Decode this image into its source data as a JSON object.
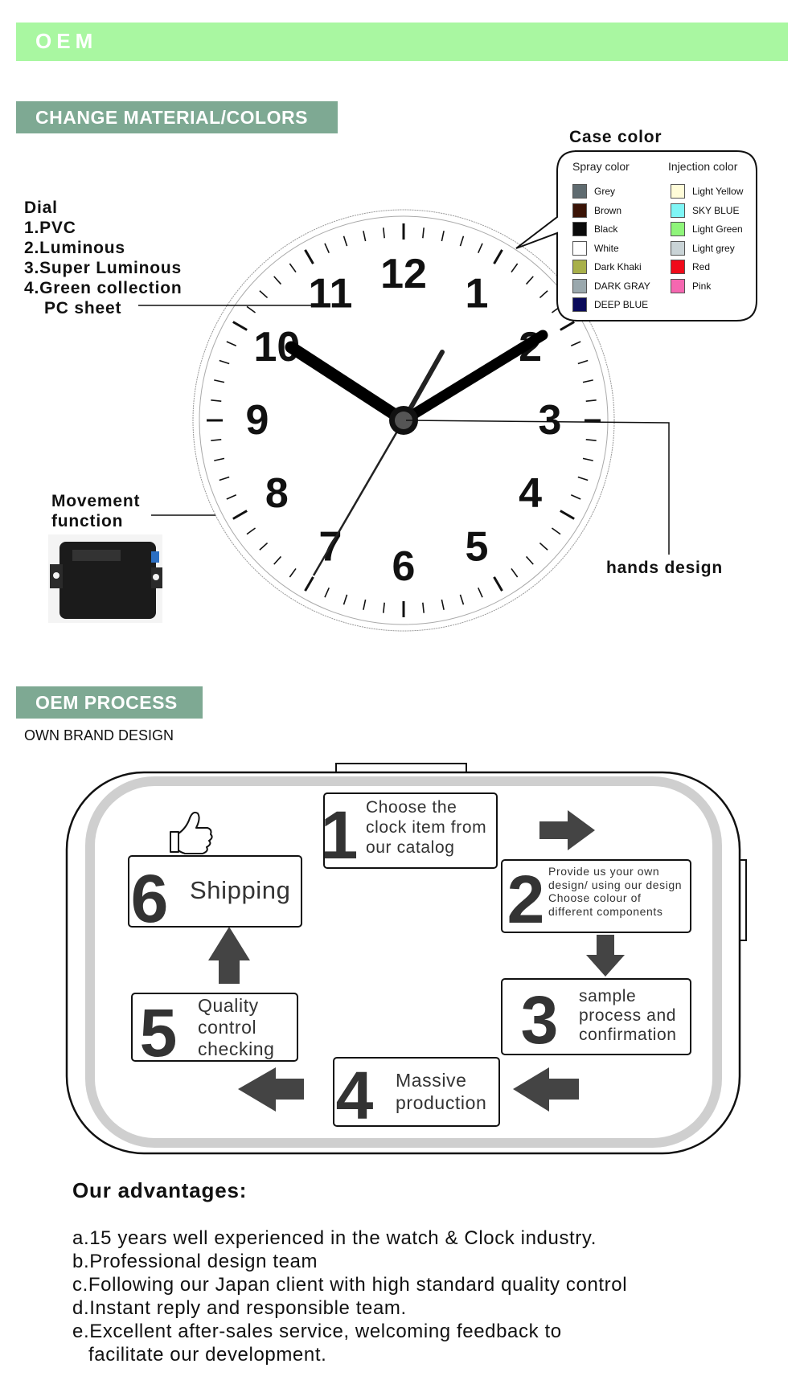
{
  "banner": {
    "title": "OEM"
  },
  "sections": {
    "material_title": "CHANGE MATERIAL/COLORS",
    "process_title": "OEM PROCESS",
    "process_subtitle": "OWN BRAND DESIGN"
  },
  "dial": {
    "heading": "Dial",
    "items": [
      "1.PVC",
      "2.Luminous",
      "3.Super Luminous",
      "4.Green collection",
      "PC sheet"
    ]
  },
  "movement": {
    "line1": "Movement",
    "line2": "function"
  },
  "hands": {
    "label": "hands design"
  },
  "case_color": {
    "title": "Case color",
    "spray_heading": "Spray color",
    "injection_heading": "Injection color",
    "spray": [
      {
        "name": "Grey",
        "color": "#5f6b70"
      },
      {
        "name": "Brown",
        "color": "#3a1306"
      },
      {
        "name": "Black",
        "color": "#0a0a0a"
      },
      {
        "name": "White",
        "color": "#ffffff"
      },
      {
        "name": "Dark Khaki",
        "color": "#a8b04a"
      },
      {
        "name": "DARK GRAY",
        "color": "#9aa8ad"
      },
      {
        "name": "DEEP BLUE",
        "color": "#0a0a5a"
      }
    ],
    "injection": [
      {
        "name": "Light Yellow",
        "color": "#fffcd8"
      },
      {
        "name": "SKY BLUE",
        "color": "#7ff5f5"
      },
      {
        "name": "Light Green",
        "color": "#8ff57a"
      },
      {
        "name": "Light grey",
        "color": "#c9d3d6"
      },
      {
        "name": "Red",
        "color": "#f00a1a"
      },
      {
        "name": "Pink",
        "color": "#f567b0"
      }
    ]
  },
  "clock": {
    "numerals": [
      "12",
      "1",
      "2",
      "3",
      "4",
      "5",
      "6",
      "7",
      "8",
      "9",
      "10",
      "11"
    ]
  },
  "process": {
    "steps": [
      {
        "number": "1",
        "lines": [
          "Choose the",
          "clock item from",
          "our catalog"
        ]
      },
      {
        "number": "2",
        "lines": [
          "Provide us your own",
          "design/ using our design",
          "Choose colour of",
          "different components"
        ]
      },
      {
        "number": "3",
        "lines": [
          "sample",
          "process and",
          "confirmation"
        ]
      },
      {
        "number": "4",
        "lines": [
          "Massive",
          "production"
        ]
      },
      {
        "number": "5",
        "lines": [
          "Quality",
          "control",
          "checking"
        ]
      },
      {
        "number": "6",
        "lines": [
          "Shipping"
        ]
      }
    ]
  },
  "advantages": {
    "title": "Our advantages:",
    "items": [
      "a.15 years well experienced in the watch & Clock industry.",
      "b.Professional design team",
      "c.Following our Japan client with high standard quality control",
      "d.Instant reply and responsible team.",
      "e.Excellent after-sales service, welcoming feedback to",
      "facilitate our development."
    ]
  },
  "colors": {
    "banner": "#a9f7a1",
    "section_tag": "#7ea993",
    "arrow": "#444444"
  }
}
